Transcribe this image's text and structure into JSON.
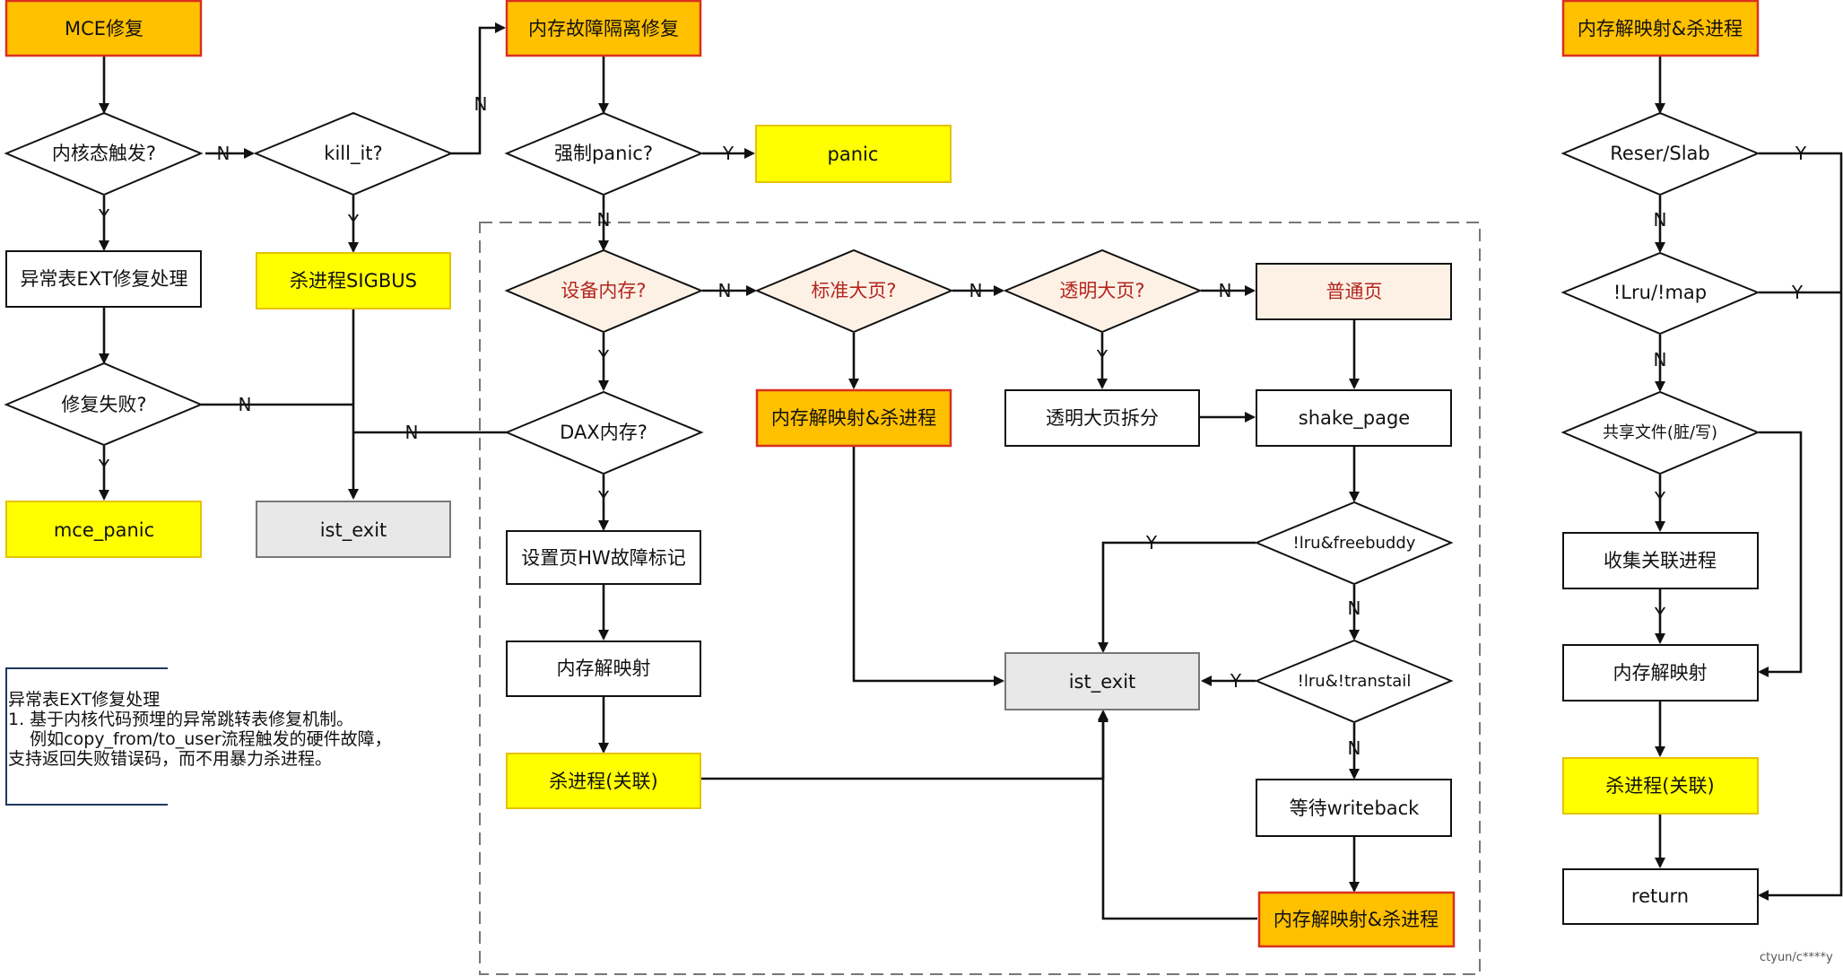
{
  "colors": {
    "orange_fill": "#FFC000",
    "orange_stroke": "#D83020",
    "yellow_fill": "#FFFF00",
    "yellow_stroke": "#E6C200",
    "grey_fill": "#E8E8E8",
    "cream_fill": "#FDF1E6",
    "dark_red_text": "#B3261E"
  },
  "nodes": {
    "mce_repair": "MCE修复",
    "kernel_trigger": "内核态触发?",
    "kill_it": "kill_it?",
    "ext_handle": "异常表EXT修复处理",
    "kill_sigbus": "杀进程SIGBUS",
    "repair_failed": "修复失败?",
    "mce_panic": "mce_panic",
    "ist_exit_left": "ist_exit",
    "mem_isolation": "内存故障隔离修复",
    "force_panic": "强制panic?",
    "panic": "panic",
    "device_mem": "设备内存?",
    "dax_mem": "DAX内存?",
    "set_hw_flag": "设置页HW故障标记",
    "unmap": "内存解映射",
    "kill_related": "杀进程(关联)",
    "huge_page": "标准大页?",
    "unmap_kill_mid": "内存解映射&杀进程",
    "thp": "透明大页?",
    "thp_split": "透明大页拆分",
    "normal_page": "普通页",
    "shake_page": "shake_page",
    "lru_freebuddy": "!lru&freebuddy",
    "ist_exit_center": "ist_exit",
    "lru_transtail": "!lru&!transtail",
    "wait_writeback": "等待writeback",
    "unmap_kill_bottom": "内存解映射&杀进程",
    "unmap_kill_right": "内存解映射&杀进程",
    "reser_slab": "Reser/Slab",
    "lru_map": "!Lru/!map",
    "shared_file": "共享文件(脏/写)",
    "collect_procs": "收集关联进程",
    "unmap_right": "内存解映射",
    "kill_related_right": "杀进程(关联)",
    "return": "return"
  },
  "edge_labels": {
    "yes": "Y",
    "no": "N"
  },
  "note": {
    "lines": [
      "异常表EXT修复处理",
      "1. 基于内核代码预埋的异常跳转表修复机制。",
      "    例如copy_from/to_user流程触发的硬件故障，",
      "支持返回失败错误码，而不用暴力杀进程。"
    ]
  },
  "watermark": "ctyun/c****y"
}
